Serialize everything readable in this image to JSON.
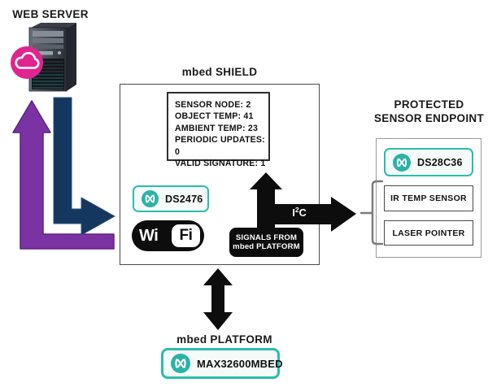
{
  "colors": {
    "teal": "#2cbcad",
    "maxim_teal": "#2ab3a6",
    "purple": "#7b33a4",
    "navy": "#14375f",
    "pink": "#e02490",
    "black": "#0d0d0d"
  },
  "web_server": {
    "label": "WEB SERVER"
  },
  "shield": {
    "title": "mbed SHIELD",
    "sensor_readout": {
      "lines": [
        "SENSOR NODE: 2",
        "OBJECT TEMP: 41",
        "AMBIENT TEMP: 23",
        "PERIODIC UPDATES: 0",
        "VALID SIGNATURE: 1"
      ]
    },
    "chip": {
      "name": "DS2476"
    },
    "wifi": {
      "left": "Wi",
      "right": "Fi"
    },
    "signals_box": {
      "line1": "SIGNALS FROM",
      "line2": "mbed PLATFORM"
    },
    "i2c": {
      "pre": "I",
      "sup": "2",
      "post": "C"
    }
  },
  "endpoint": {
    "title_line1": "PROTECTED",
    "title_line2": "SENSOR ENDPOINT",
    "chip": {
      "name": "DS28C36"
    },
    "devices": [
      {
        "label": "IR TEMP SENSOR"
      },
      {
        "label": "LASER POINTER"
      }
    ]
  },
  "platform": {
    "title": "mbed PLATFORM",
    "chip": {
      "name": "MAX32600MBED"
    }
  }
}
